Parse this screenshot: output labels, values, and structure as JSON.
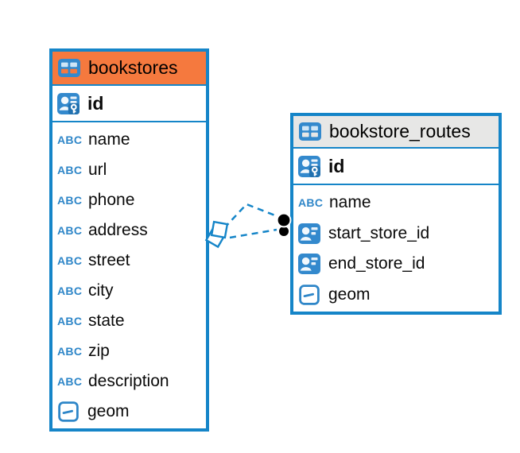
{
  "diagram": {
    "kind": "entity-relationship",
    "colors": {
      "accent_blue": "#1585c8",
      "icon_blue": "#3389cd",
      "bookstores_header": "#f5793e",
      "bookstore_routes_header": "#e7e7e6",
      "connection_dot": "#000000"
    },
    "icons": {
      "text_type_glyph": "ABC",
      "table_icon": "table-grid",
      "primary_key_icon": "person-card-with-key",
      "foreign_key_icon": "person-card",
      "geometry_icon": "square-with-dash"
    },
    "tables": [
      {
        "name": "bookstores",
        "header_style": "orange",
        "columns": [
          {
            "name": "id",
            "role": "primary-key",
            "type": "id"
          },
          {
            "name": "name",
            "role": "column",
            "type": "text"
          },
          {
            "name": "url",
            "role": "column",
            "type": "text"
          },
          {
            "name": "phone",
            "role": "column",
            "type": "text"
          },
          {
            "name": "address",
            "role": "column",
            "type": "text"
          },
          {
            "name": "street",
            "role": "column",
            "type": "text"
          },
          {
            "name": "city",
            "role": "column",
            "type": "text"
          },
          {
            "name": "state",
            "role": "column",
            "type": "text"
          },
          {
            "name": "zip",
            "role": "column",
            "type": "text"
          },
          {
            "name": "description",
            "role": "column",
            "type": "text"
          },
          {
            "name": "geom",
            "role": "column",
            "type": "geometry"
          }
        ]
      },
      {
        "name": "bookstore_routes",
        "header_style": "gray",
        "columns": [
          {
            "name": "id",
            "role": "primary-key",
            "type": "id"
          },
          {
            "name": "name",
            "role": "column",
            "type": "text"
          },
          {
            "name": "start_store_id",
            "role": "column",
            "type": "foreign-key"
          },
          {
            "name": "end_store_id",
            "role": "column",
            "type": "foreign-key"
          },
          {
            "name": "geom",
            "role": "column",
            "type": "geometry"
          }
        ]
      }
    ],
    "relationships": [
      {
        "from": "bookstores",
        "to": "bookstore_routes",
        "line_style": "dashed",
        "from_marker": "diamond",
        "to_marker": "black-dot"
      },
      {
        "from": "bookstores",
        "to": "bookstore_routes",
        "line_style": "dashed",
        "from_marker": "diamond",
        "to_marker": "black-dot"
      }
    ]
  }
}
